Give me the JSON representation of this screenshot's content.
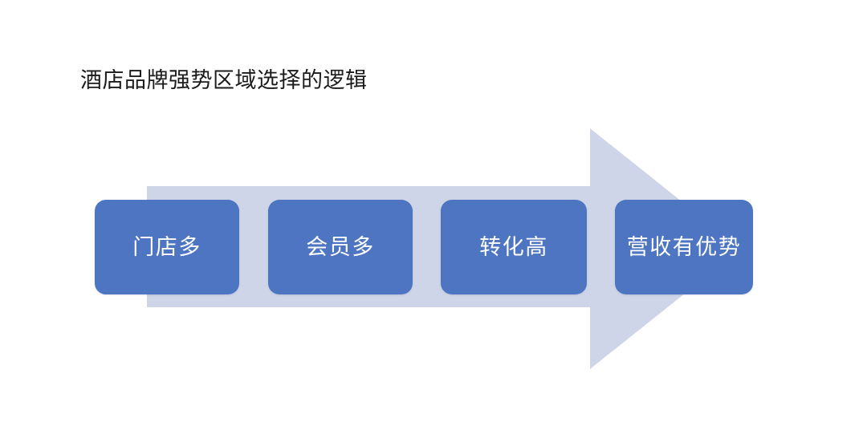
{
  "slide": {
    "title": "酒店品牌强势区域选择的逻辑",
    "background_color": "#ffffff"
  },
  "colors": {
    "box_fill": "#4d75c2",
    "box_text": "#ffffff",
    "arrow_fill": "#cfd5e8",
    "title_text": "#1b1b1b"
  },
  "flow": {
    "arrow_name": "rightward-block-arrow",
    "steps": [
      {
        "label": "门店多"
      },
      {
        "label": "会员多"
      },
      {
        "label": "转化高"
      },
      {
        "label": "营收有优势"
      }
    ]
  }
}
